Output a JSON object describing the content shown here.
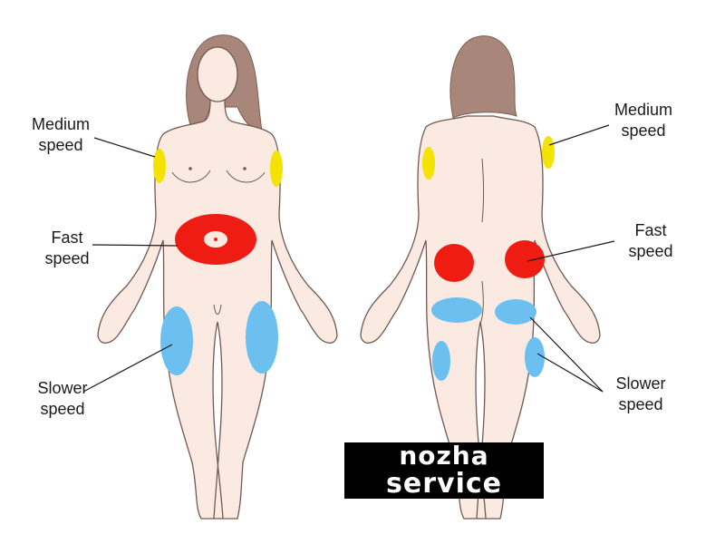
{
  "labels": {
    "front_medium": [
      "Medium",
      "speed"
    ],
    "front_fast": [
      "Fast",
      "speed"
    ],
    "front_slow": [
      "Slower",
      "speed"
    ],
    "back_medium": [
      "Medium",
      "speed"
    ],
    "back_fast": [
      "Fast",
      "speed"
    ],
    "back_slow": [
      "Slower",
      "speed"
    ]
  },
  "watermark": {
    "line1": "nozha",
    "line2": "service"
  },
  "colors": {
    "skin": "#fbeae1",
    "outline": "#6f5a52",
    "hair": "#a88679",
    "medium": "#f4e200",
    "fast": "#ee1c12",
    "slow": "#6cc0ef",
    "text": "#1a1a1a"
  }
}
